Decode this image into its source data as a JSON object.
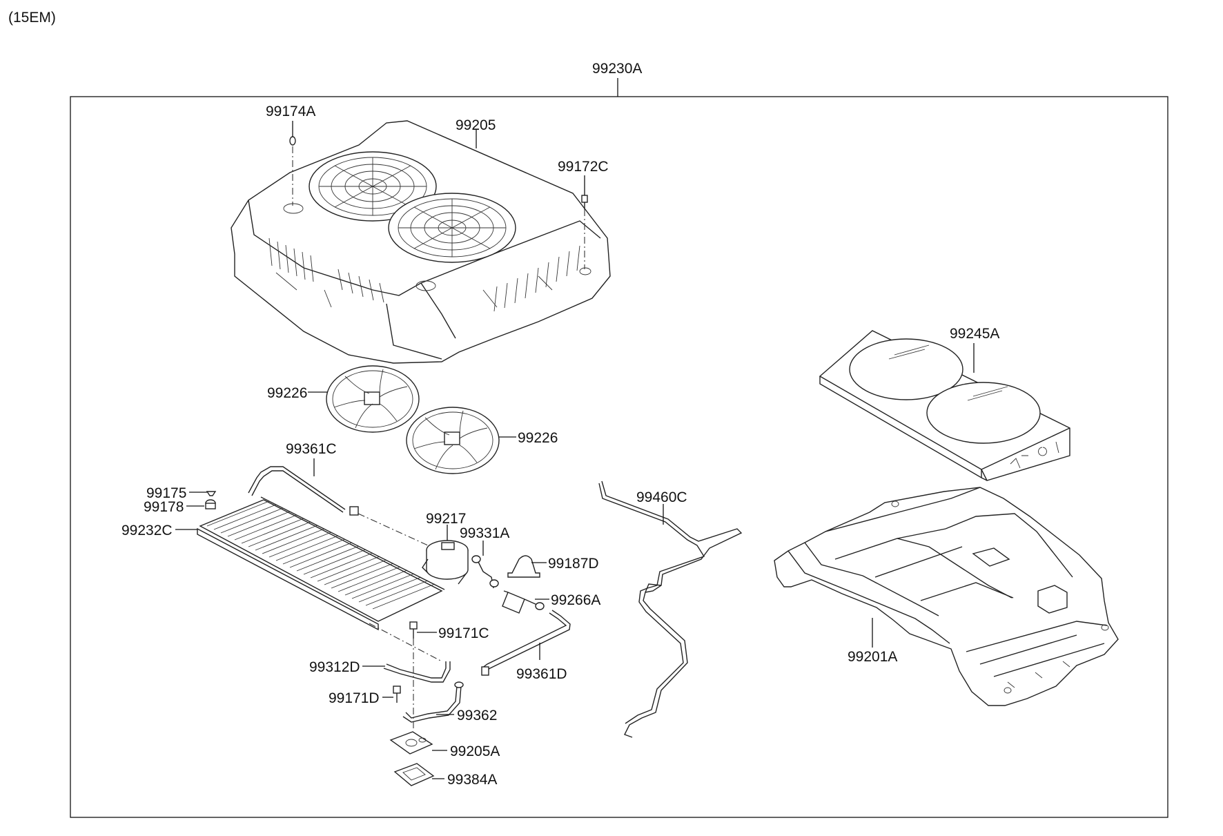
{
  "header": {
    "code": "(15EM)"
  },
  "assembly": {
    "label": "99230A"
  },
  "parts": {
    "p99174A": "99174A",
    "p99205": "99205",
    "p99172C": "99172C",
    "p99245A": "99245A",
    "p99226_top": "99226",
    "p99226_bottom": "99226",
    "p99361C": "99361C",
    "p99175": "99175",
    "p99178": "99178",
    "p99232C": "99232C",
    "p99217": "99217",
    "p99331A": "99331A",
    "p99187D": "99187D",
    "p99460C": "99460C",
    "p99266A": "99266A",
    "p99171C": "99171C",
    "p99312D": "99312D",
    "p99361D": "99361D",
    "p99171D": "99171D",
    "p99362": "99362",
    "p99205A": "99205A",
    "p99384A": "99384A",
    "p99201A": "99201A"
  },
  "colors": {
    "line": "#222222",
    "background": "#ffffff"
  }
}
